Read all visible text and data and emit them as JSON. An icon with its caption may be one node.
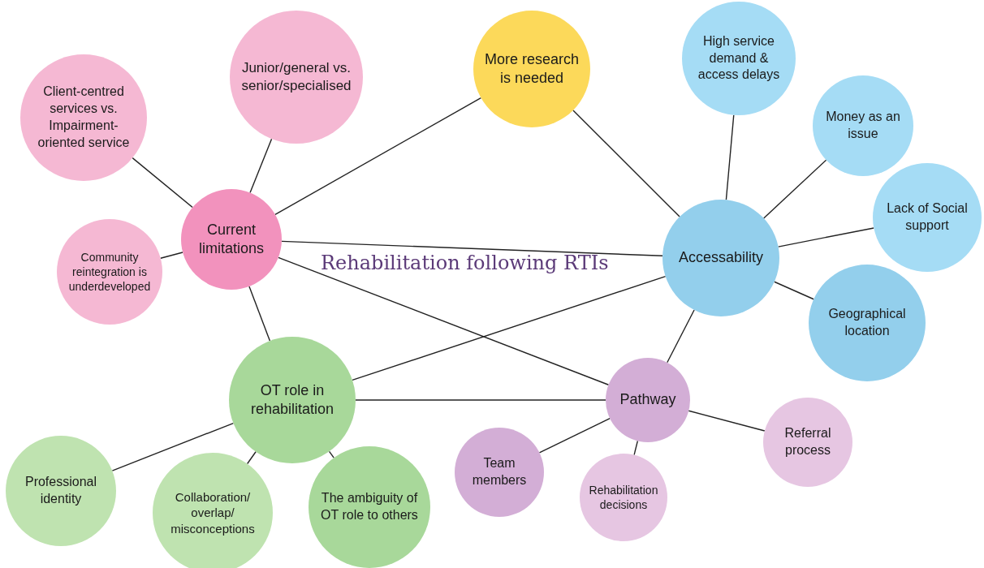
{
  "diagram": {
    "title": "Rehabilitation following RTIs",
    "nodes": [
      {
        "text": [
          "Current limitations"
        ]
      },
      {
        "text": [
          "Client-centred services vs. Impairment-oriented service"
        ]
      },
      {
        "text": [
          "Junior/general vs. senior/specialised"
        ]
      },
      {
        "text": [
          "Community reintegration is underdeveloped"
        ]
      },
      {
        "text": [
          "More research is needed"
        ]
      },
      {
        "text": [
          "High service demand & access delays"
        ]
      },
      {
        "text": [
          "Money as an issue"
        ]
      },
      {
        "text": [
          "Lack of Social support"
        ]
      },
      {
        "text": [
          "Accessability"
        ]
      },
      {
        "text": [
          "Geographical location"
        ]
      },
      {
        "text": [
          "OT role in rehabilitation"
        ]
      },
      {
        "text": [
          "Pathway"
        ]
      },
      {
        "text": [
          "Referral process"
        ]
      },
      {
        "text": [
          "Team members"
        ]
      },
      {
        "text": [
          "Rehabilitation decisions"
        ]
      },
      {
        "text": [
          "Professional identity"
        ]
      },
      {
        "text": [
          "Collaboration/ overlap/ misconceptions"
        ]
      },
      {
        "text": [
          "The ambiguity of OT role to others"
        ]
      }
    ],
    "edges": [
      {
        "from": 0,
        "to": 1,
        "arrow": "none"
      },
      {
        "from": 0,
        "to": 2,
        "arrow": "none"
      },
      {
        "from": 0,
        "to": 3,
        "arrow": "none"
      },
      {
        "from": 0,
        "to": 4,
        "arrow": "none"
      },
      {
        "from": 0,
        "to": 8,
        "arrow": "none"
      },
      {
        "from": 0,
        "to": 10,
        "arrow": "none"
      },
      {
        "from": 0,
        "to": 11,
        "arrow": "none"
      },
      {
        "from": 4,
        "to": 8,
        "arrow": "none"
      },
      {
        "from": 5,
        "to": 8,
        "arrow": "none"
      },
      {
        "from": 6,
        "to": 8,
        "arrow": "none"
      },
      {
        "from": 7,
        "to": 8,
        "arrow": "none"
      },
      {
        "from": 8,
        "to": 9,
        "arrow": "none"
      },
      {
        "from": 8,
        "to": 11,
        "arrow": "none"
      },
      {
        "from": 8,
        "to": 10,
        "arrow": "none"
      },
      {
        "from": 10,
        "to": 11,
        "arrow": "none"
      },
      {
        "from": 10,
        "to": 15,
        "arrow": "none"
      },
      {
        "from": 10,
        "to": 16,
        "arrow": "none"
      },
      {
        "from": 10,
        "to": 17,
        "arrow": "none"
      },
      {
        "from": 11,
        "to": 12,
        "arrow": "none"
      },
      {
        "from": 11,
        "to": 13,
        "arrow": "none"
      },
      {
        "from": 11,
        "to": 14,
        "arrow": "none"
      }
    ]
  }
}
